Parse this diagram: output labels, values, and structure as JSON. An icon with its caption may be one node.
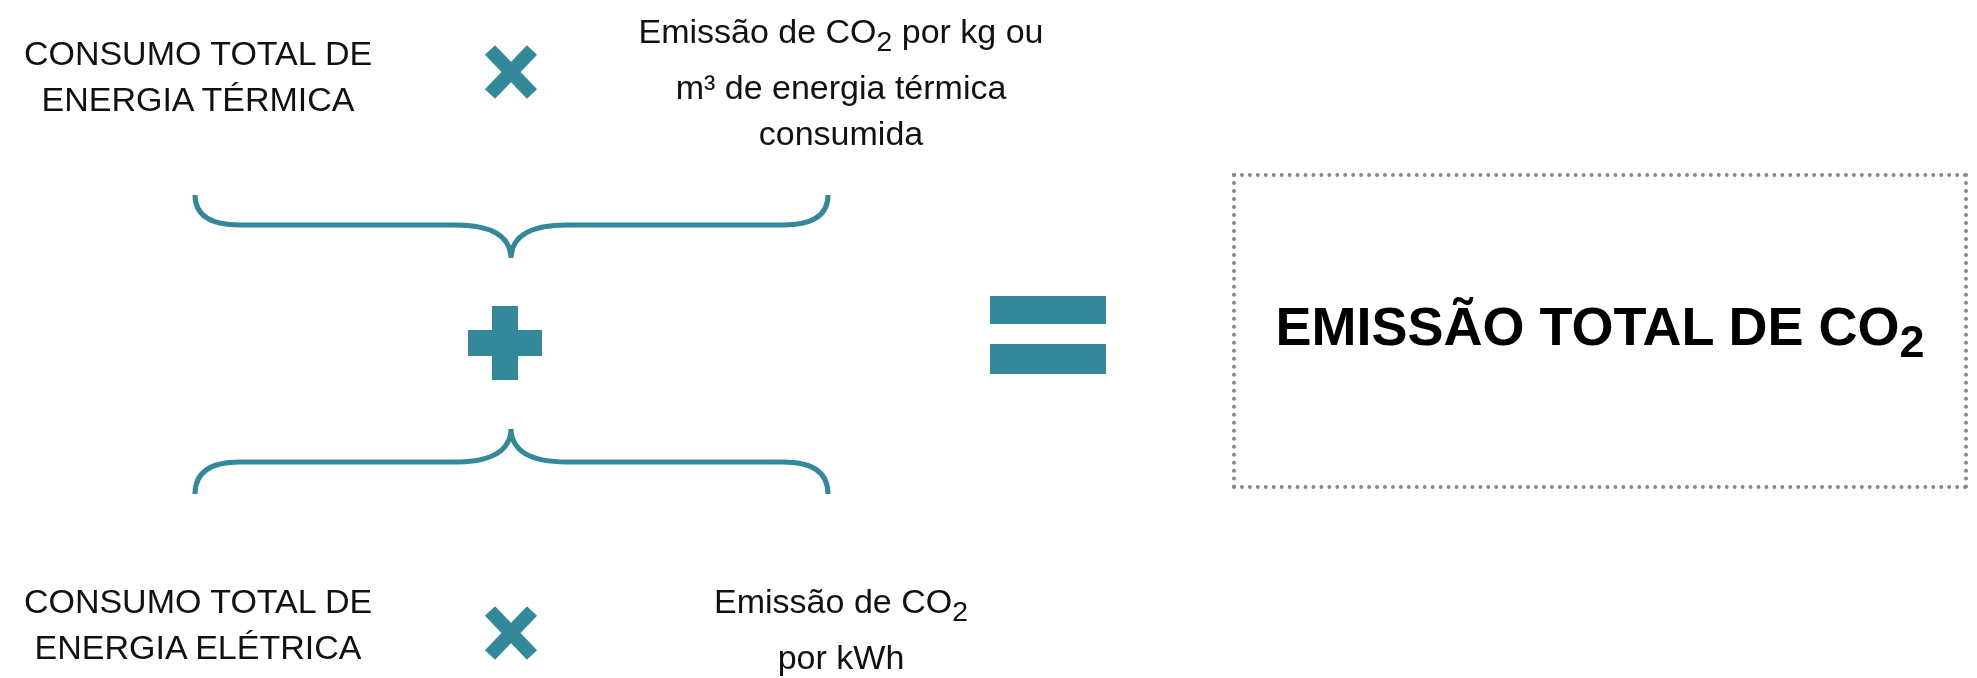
{
  "diagram": {
    "nodes": [
      {
        "text": [
          "EMISSÃO TOTAL DE CO$_{2}$"
        ]
      }
    ],
    "labels": [
      "CONSUMO TOTAL DE ENERGIA TÉRMICA",
      "Emissão de CO$_{2}$ por kg ou m³ de energia térmica consumida",
      "CONSUMO TOTAL DE ENERGIA ELÉTRICA",
      "Emissão de CO$_{2}$ por kWh"
    ]
  }
}
